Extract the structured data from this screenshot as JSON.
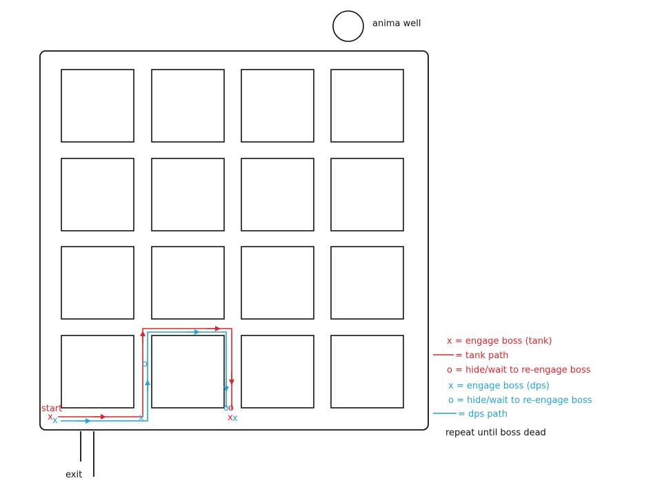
{
  "labels": {
    "anima_well": "anima well",
    "start": "start",
    "exit": "exit",
    "repeat": "repeat until boss dead"
  },
  "markers": {
    "x": "x",
    "o": "o"
  },
  "legend": {
    "tank_engage": "x = engage boss (tank)",
    "tank_path": "= tank path",
    "tank_hide": "o = hide/wait to re-engage boss",
    "dps_engage": "x = engage boss (dps)",
    "dps_hide": "o = hide/wait to re-engage boss",
    "dps_path": "= dps path"
  },
  "colors": {
    "tank": "#e0262c",
    "dps": "#22a3d6",
    "outline": "#111111"
  }
}
